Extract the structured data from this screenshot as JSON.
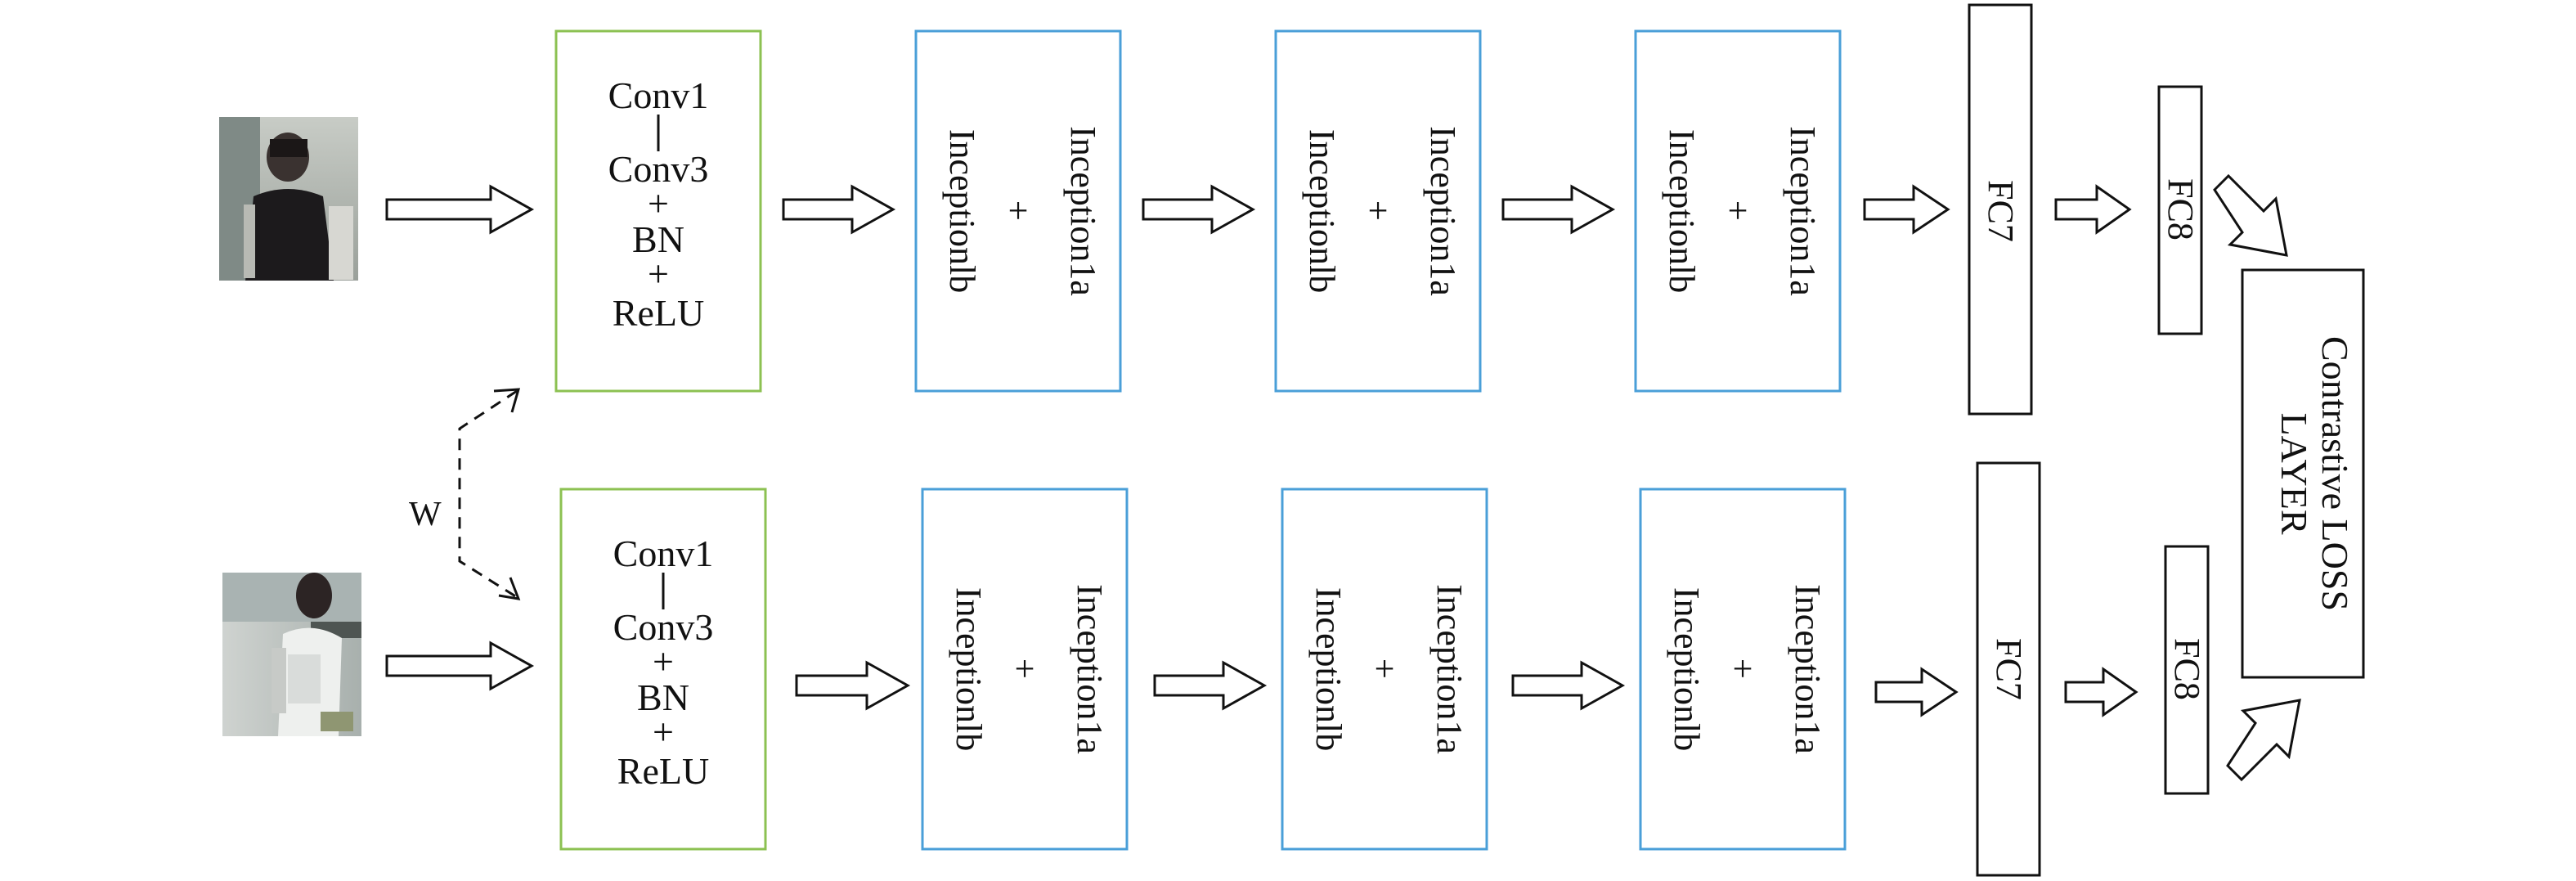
{
  "weight_label": "W",
  "conv_block": [
    "Conv1",
    "Conv3",
    "+",
    "BN",
    "+",
    "ReLU"
  ],
  "inception_block": {
    "col_a": "Inception1a",
    "plus": "+",
    "col_b": "Inceptionlb"
  },
  "fc7_label": "FC7",
  "fc8_label": "FC8",
  "loss_label": [
    "Contrastive LOSS",
    "LAYER"
  ],
  "colors": {
    "conv_border": "#8cc152",
    "inception_border": "#4a9fd8",
    "outline": "#111111"
  },
  "icons": {
    "arrow": "block-arrow-right",
    "dashed": "dashed-arrow"
  }
}
